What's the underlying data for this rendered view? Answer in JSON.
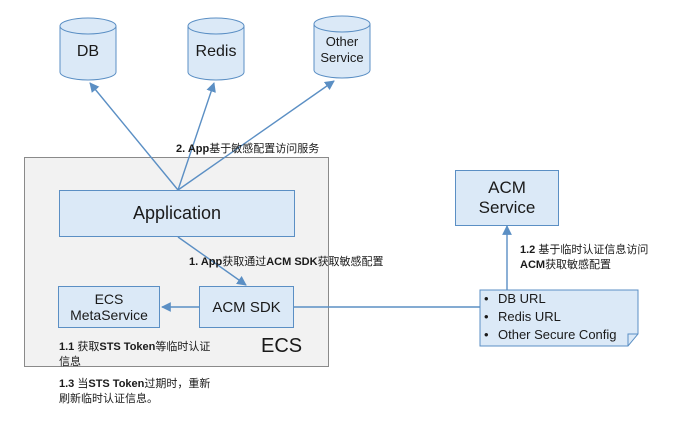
{
  "ecs": {
    "label": "ECS"
  },
  "stores": {
    "db": "DB",
    "redis": "Redis",
    "other_service": "Other\nService"
  },
  "components": {
    "application": "Application",
    "acm_sdk": "ACM SDK",
    "ecs_metaservice": "ECS\nMetaService",
    "acm_service": "ACM\nService"
  },
  "config_doc": {
    "items": [
      "DB URL",
      "Redis URL",
      "Other Secure Config"
    ]
  },
  "annotations": {
    "step2": {
      "prefix": "2. App",
      "text": "基于敏感配置访问服务"
    },
    "step1": {
      "prefix": "1. App",
      "text1": "获取通过",
      "bold": "ACM SDK",
      "text2": "获取敏感配置"
    },
    "step1_1": {
      "prefix": "1.1 ",
      "text1": "获取",
      "bold": "STS Token",
      "text2": "等临时认证",
      "line2": "信息"
    },
    "step1_2": {
      "prefix": "1.2 ",
      "text1": "基于临时认证信息访问",
      "bold": "ACM",
      "text2": "获取敏感配置"
    },
    "step1_3": {
      "prefix": "1.3 ",
      "text1": "当",
      "bold": "STS Token",
      "text2": "过期时，重新",
      "line2": "刷新临时认证信息。"
    }
  },
  "colors": {
    "box_fill": "#dbe9f7",
    "box_border": "#5b8fc4",
    "arrow": "#5b8fc4",
    "ecs_fill": "#f2f2f2"
  }
}
